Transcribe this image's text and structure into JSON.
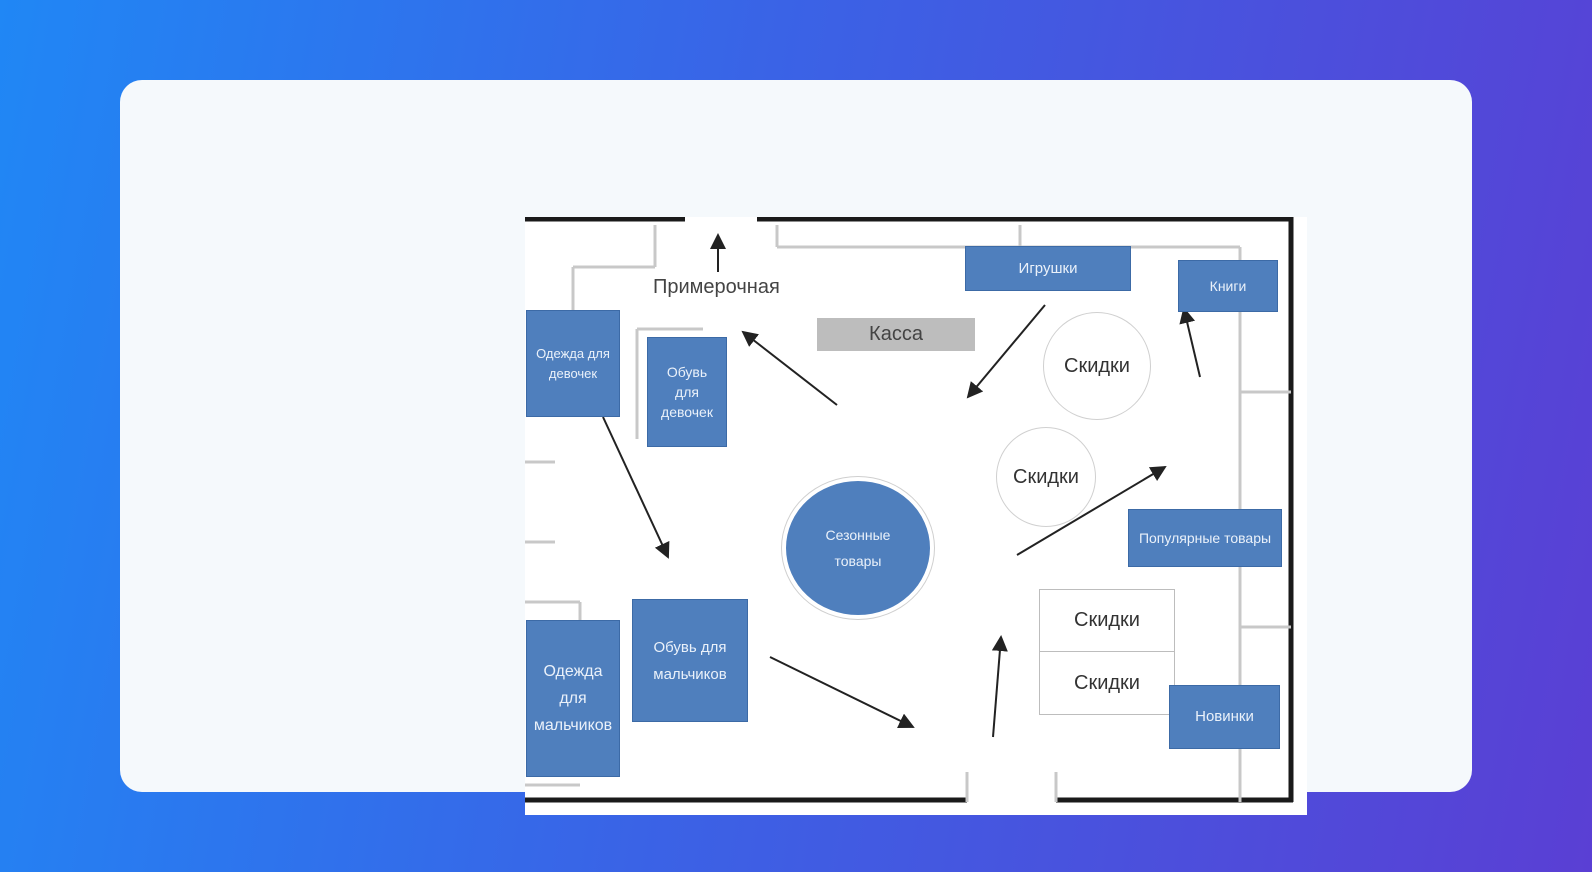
{
  "diagram": {
    "fitting_room": "Примерочная",
    "cashier": "Касса",
    "toys": "Игрушки",
    "books": "Книги",
    "girls_clothes": "Одежда для девочек",
    "girls_shoes": "Обувь для девочек",
    "boys_clothes": "Одежда для мальчиков",
    "boys_shoes": "Обувь для мальчиков",
    "seasonal": "Сезонные товары",
    "popular": "Популярные товары",
    "new_items": "Новинки",
    "discount_1": "Скидки",
    "discount_2": "Скидки",
    "discount_3": "Скидки",
    "discount_4": "Скидки"
  },
  "colors": {
    "background_start": "#2087f5",
    "background_end": "#5a3fd4",
    "card": "#f5f9fc",
    "section_blue": "#4f7fbd",
    "cashier_gray": "#bdbdbd"
  }
}
